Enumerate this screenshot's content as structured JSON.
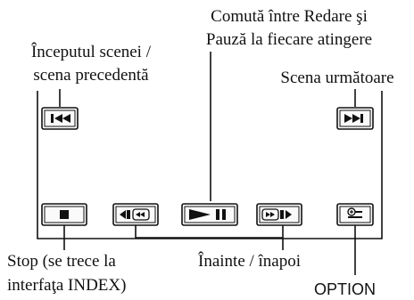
{
  "labels": {
    "prev_line1": "Începutul scenei /",
    "prev_line2": "scena precedentă",
    "playpause_line1": "Comută între Redare şi",
    "playpause_line2": "Pauză la fiecare atingere",
    "next": "Scena următoare",
    "stop_line1": "Stop (se trece la",
    "stop_line2": "interfaţa INDEX)",
    "rewind_forward": "Înainte / înapoi",
    "option": "OPTION"
  }
}
